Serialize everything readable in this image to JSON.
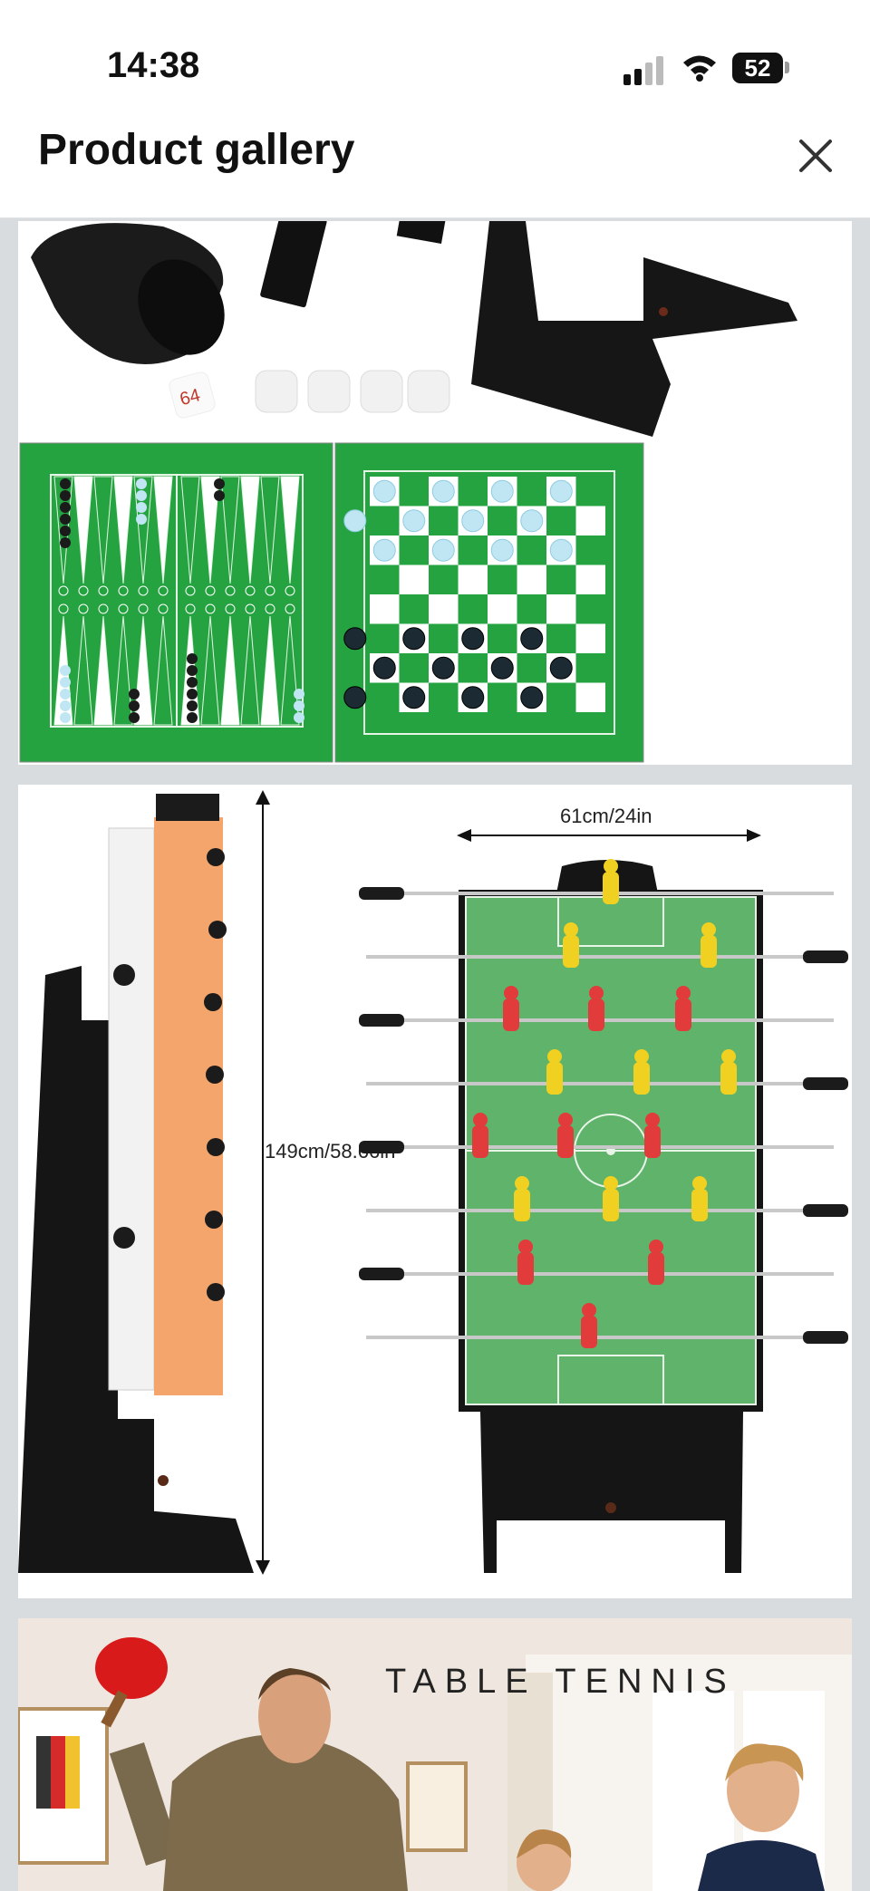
{
  "status_bar": {
    "time": "14:38",
    "battery_level": "52"
  },
  "header": {
    "title": "Product gallery",
    "close_icon": "close-icon"
  },
  "gallery": {
    "games_panel": {
      "dice_label": "64"
    },
    "foosball_panel": {
      "width_label": "61cm/24in",
      "height_label": "149cm/58.66in"
    },
    "tennis_panel": {
      "headline": "TABLE TENNIS"
    }
  }
}
